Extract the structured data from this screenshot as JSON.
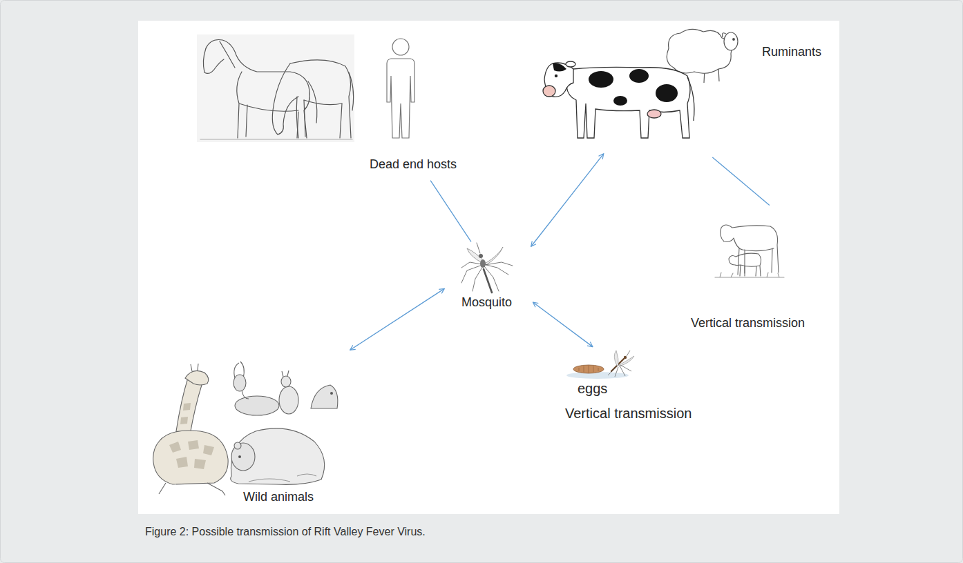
{
  "diagram": {
    "caption": "Figure 2: Possible transmission of Rift Valley Fever Virus.",
    "nodes": [
      {
        "text": [
          "Dead end hosts"
        ]
      },
      {
        "text": [
          "Ruminants"
        ]
      },
      {
        "text": [
          "Mosquito"
        ]
      },
      {
        "text": [
          "Vertical transmission"
        ]
      },
      {
        "text": [
          "eggs",
          "Vertical transmission"
        ]
      },
      {
        "text": [
          "Wild animals"
        ]
      }
    ],
    "edges": [
      {
        "from": 0,
        "to": 2,
        "arrow": "none"
      },
      {
        "from": 1,
        "to": 2,
        "arrow": "both"
      },
      {
        "from": 1,
        "to": 3,
        "arrow": "none"
      },
      {
        "from": 2,
        "to": 5,
        "arrow": "both"
      },
      {
        "from": 2,
        "to": 4,
        "arrow": "both"
      }
    ]
  }
}
